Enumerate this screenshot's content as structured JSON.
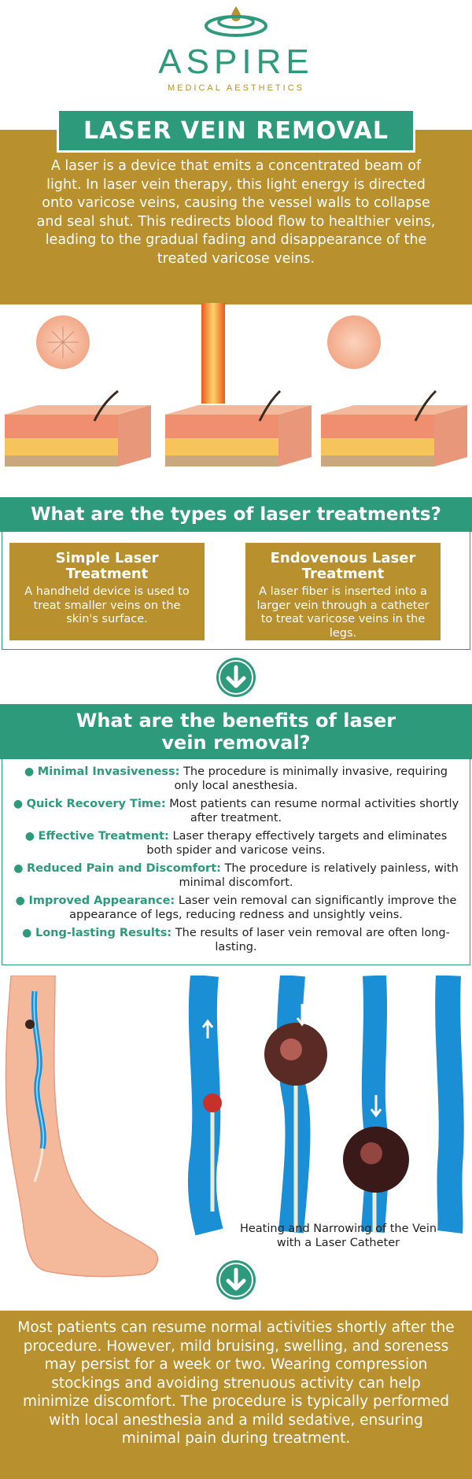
{
  "brand": {
    "name": "ASPIRE",
    "tagline": "MEDICAL AESTHETICS"
  },
  "title": "LASER VEIN REMOVAL",
  "intro": "A laser is a device that emits a concentrated beam of light. In laser vein therapy, this light energy is directed onto varicose veins, causing the vessel walls to collapse and seal shut. This redirects blood flow to healthier veins, leading to the gradual fading and disappearance of the treated varicose veins.",
  "types": {
    "heading": "What are the types of laser treatments?",
    "cards": [
      {
        "title": "Simple Laser Treatment",
        "text": "A handheld device is used to treat smaller veins on the skin's surface."
      },
      {
        "title": "Endovenous Laser Treatment",
        "text": "A laser fiber is inserted into a larger vein through a catheter to treat varicose veins in the legs."
      }
    ]
  },
  "benefits": {
    "heading_line1": "What are the benefits of laser",
    "heading_line2": "vein removal?",
    "items": [
      {
        "title": "Minimal Invasiveness:",
        "text": "The procedure is minimally invasive, requiring only local anesthesia."
      },
      {
        "title": "Quick Recovery Time:",
        "text": "Most patients can resume normal activities shortly after treatment."
      },
      {
        "title": "Effective Treatment:",
        "text": "Laser therapy effectively targets and eliminates both spider and varicose veins."
      },
      {
        "title": "Reduced Pain and Discomfort:",
        "text": "The procedure is relatively painless, with minimal discomfort."
      },
      {
        "title": "Improved Appearance:",
        "text": "Laser vein removal can significantly improve the appearance of legs, reducing redness and unsightly veins."
      },
      {
        "title": "Long-lasting Results:",
        "text": "The results of laser vein removal are often long-lasting."
      }
    ]
  },
  "vein_caption_line1": "Heating and Narrowing of the Vein",
  "vein_caption_line2": "with a Laser Catheter",
  "outro": "Most patients can resume normal activities shortly after the procedure. However, mild bruising, swelling, and soreness may persist for a week or two. Wearing compression stockings and avoiding strenuous activity can help minimize discomfort. The procedure is typically performed with local anesthesia and a mild sedative, ensuring minimal pain during treatment.",
  "colors": {
    "teal": "#2e9a7c",
    "gold": "#b8902d",
    "vein_blue": "#1a8fd6",
    "skin": "#f4b99a"
  },
  "icons": [
    "logo-drop-icon",
    "down-arrow-icon",
    "up-arrow-icon"
  ]
}
